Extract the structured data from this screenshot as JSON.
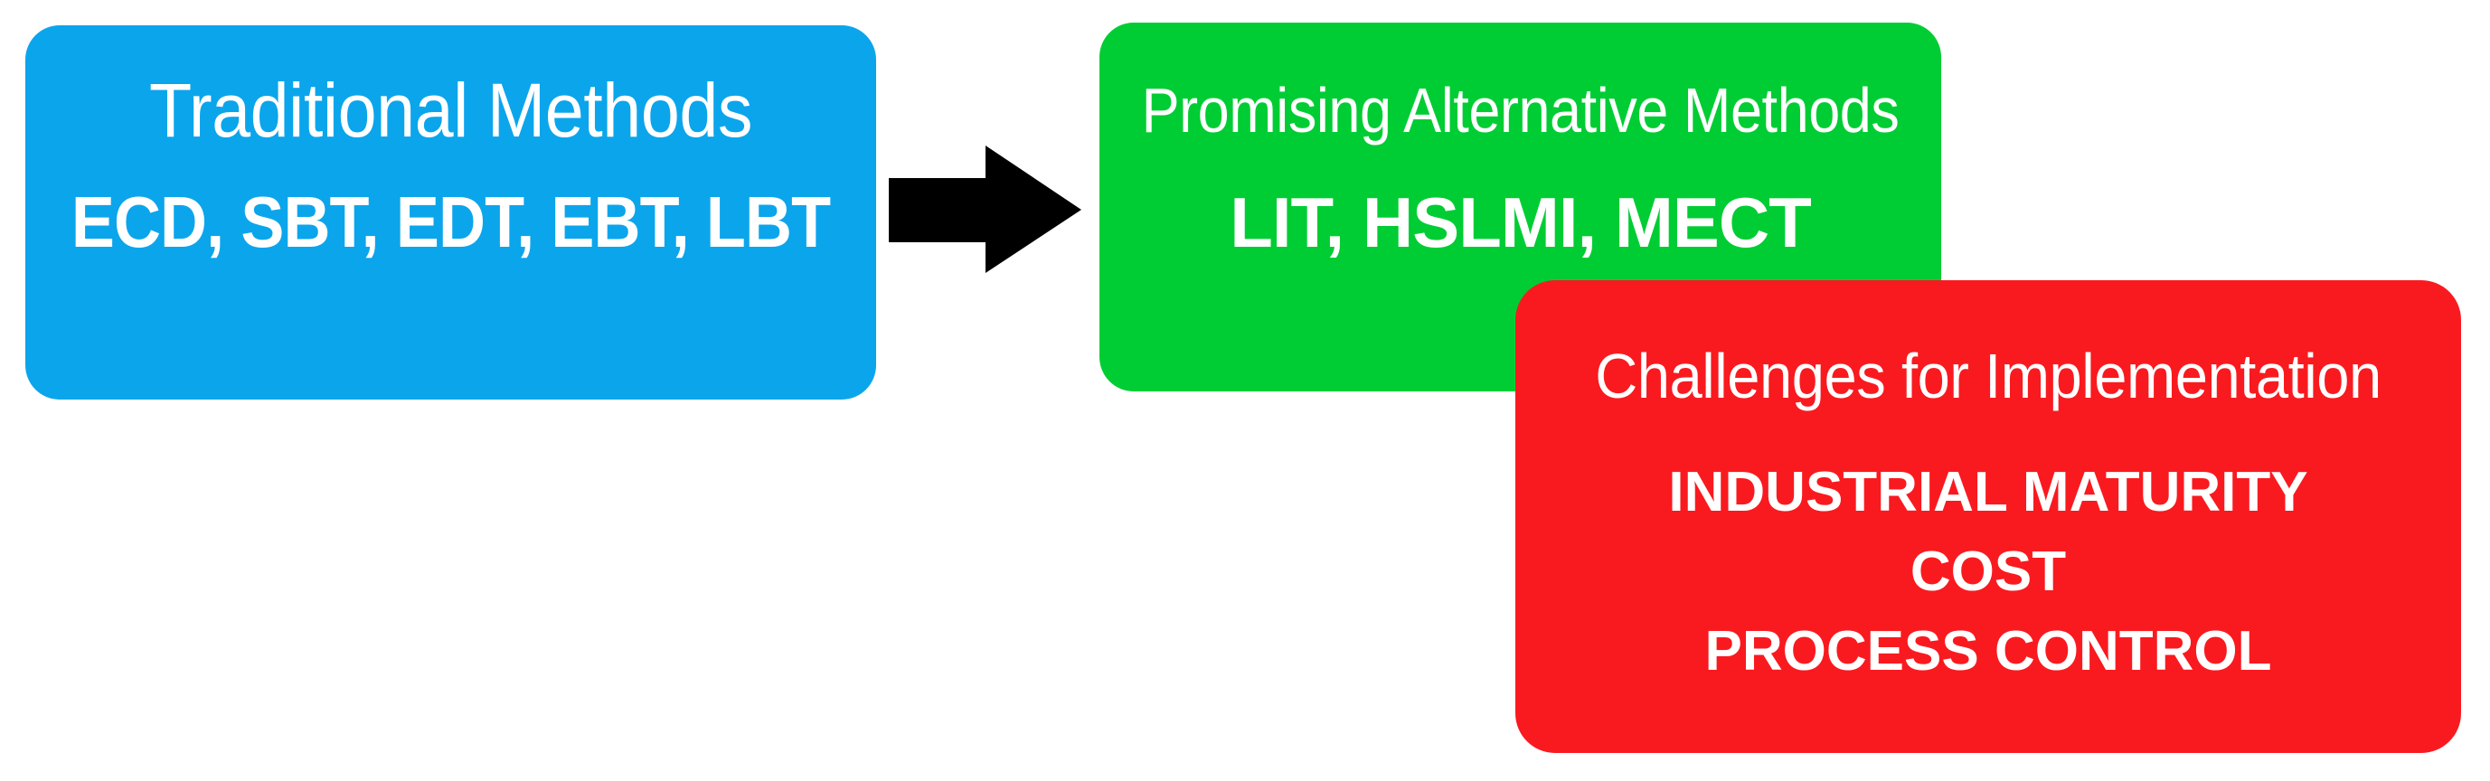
{
  "figure": {
    "background": "#ffffff",
    "boxes": [
      {
        "id": "traditional-methods",
        "title": "Traditional Methods",
        "content": "ECD, SBT, EDT, EBT, LBT",
        "color": "#0ba5ec",
        "text_color": "#ffffff"
      },
      {
        "id": "promising-alternative-methods",
        "title": "Promising Alternative Methods",
        "content": "LIT, HSLMI, MECT",
        "color": "#00cd33",
        "text_color": "#ffffff"
      },
      {
        "id": "challenges-for-implementation",
        "title": "Challenges for Implementation",
        "content_lines": [
          "INDUSTRIAL MATURITY",
          "COST",
          "PROCESS CONTROL"
        ],
        "color": "#f91a1f",
        "text_color": "#ffffff"
      }
    ],
    "arrow": {
      "icon": "right-arrow-icon",
      "color": "#000000"
    }
  }
}
